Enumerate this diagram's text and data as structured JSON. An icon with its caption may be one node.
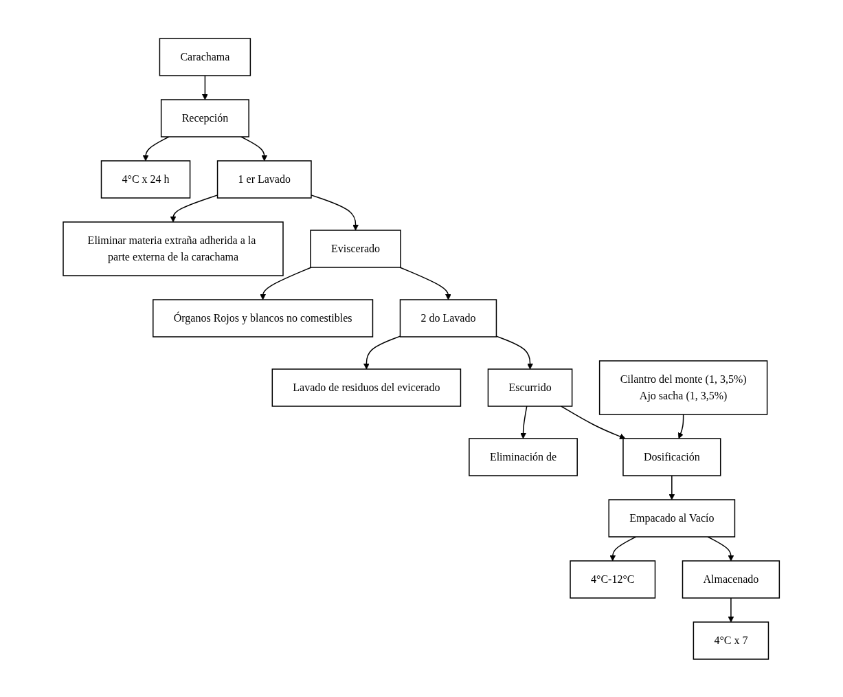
{
  "diagram": {
    "nodes": [
      {
        "text": [
          "Carachama"
        ]
      },
      {
        "text": [
          "Recepción"
        ]
      },
      {
        "text": [
          "4°C x 24 h"
        ]
      },
      {
        "text": [
          "1 er Lavado"
        ]
      },
      {
        "text": [
          "Eliminar materia extraña adherida a la parte externa de la carachama"
        ]
      },
      {
        "text": [
          "Eviscerado"
        ]
      },
      {
        "text": [
          "Órganos Rojos y blancos no comestibles"
        ]
      },
      {
        "text": [
          "2 do Lavado"
        ]
      },
      {
        "text": [
          "Lavado de residuos del evicerado"
        ]
      },
      {
        "text": [
          "Escurrido"
        ]
      },
      {
        "text": [
          "Eliminación de"
        ]
      },
      {
        "text": [
          "Cilantro del monte (1, 3,5%)",
          "Ajo sacha (1, 3,5%)"
        ]
      },
      {
        "text": [
          "Dosificación"
        ]
      },
      {
        "text": [
          "Empacado al Vacío"
        ]
      },
      {
        "text": [
          "4°C-12°C"
        ]
      },
      {
        "text": [
          "Almacenado"
        ]
      },
      {
        "text": [
          "4°C x 7"
        ]
      }
    ],
    "edges": [
      {
        "from": 0,
        "to": 1,
        "arrow": "to"
      },
      {
        "from": 1,
        "to": 2,
        "arrow": "to"
      },
      {
        "from": 1,
        "to": 3,
        "arrow": "to"
      },
      {
        "from": 3,
        "to": 4,
        "arrow": "to"
      },
      {
        "from": 3,
        "to": 5,
        "arrow": "to"
      },
      {
        "from": 5,
        "to": 6,
        "arrow": "to"
      },
      {
        "from": 5,
        "to": 7,
        "arrow": "to"
      },
      {
        "from": 7,
        "to": 8,
        "arrow": "to"
      },
      {
        "from": 7,
        "to": 9,
        "arrow": "to"
      },
      {
        "from": 9,
        "to": 10,
        "arrow": "to"
      },
      {
        "from": 9,
        "to": 12,
        "arrow": "to"
      },
      {
        "from": 11,
        "to": 12,
        "arrow": "to"
      },
      {
        "from": 12,
        "to": 13,
        "arrow": "to"
      },
      {
        "from": 13,
        "to": 14,
        "arrow": "to"
      },
      {
        "from": 13,
        "to": 15,
        "arrow": "to"
      },
      {
        "from": 15,
        "to": 16,
        "arrow": "to"
      }
    ]
  }
}
